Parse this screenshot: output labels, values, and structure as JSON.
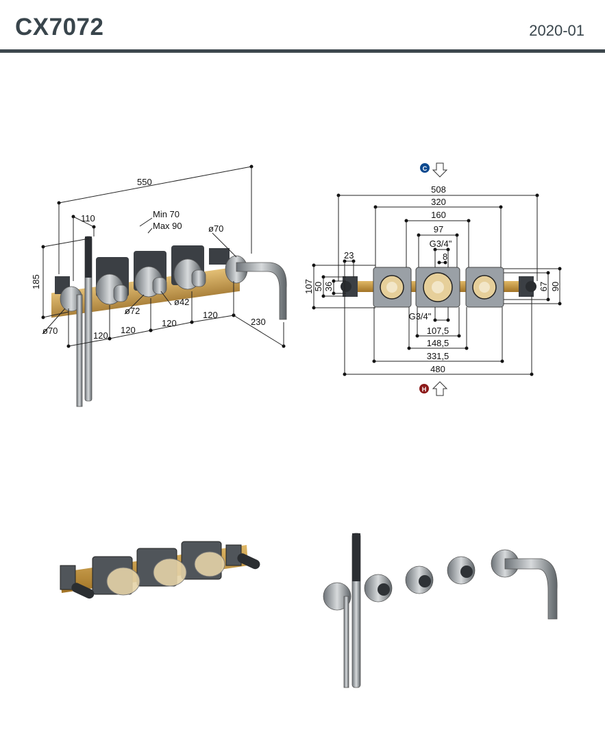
{
  "header": {
    "title": "CX7072",
    "date": "2020-01"
  },
  "front_view": {
    "dimensions": {
      "overall_width": "550",
      "handshower_offset": "110",
      "depth_min": "Min 70",
      "depth_max": "Max 90",
      "spout_rosette": "ø70",
      "height": "185",
      "valve_rosette": "ø72",
      "handle": "ø42",
      "handshower_rosette": "ø70",
      "spacing_1": "120",
      "spacing_2": "120",
      "spacing_3": "120",
      "spacing_4": "120",
      "spout_projection": "230"
    }
  },
  "top_view": {
    "cold_marker": "C",
    "hot_marker": "H",
    "colors": {
      "cold": "#0d4a8f",
      "hot": "#8c1a1a",
      "brass": "#c89a3c",
      "body": "#9aa0a6"
    },
    "dimensions": {
      "w508": "508",
      "w320": "320",
      "w160": "160",
      "w97": "97",
      "thread_top": "G3/4\"",
      "w8": "8",
      "w23": "23",
      "h107": "107",
      "h50": "50",
      "h36": "36",
      "h67": "67",
      "h90": "90",
      "thread_bottom": "G3/4\"",
      "w107_5": "107,5",
      "w148_5": "148,5",
      "w331_5": "331,5",
      "w480": "480"
    }
  }
}
